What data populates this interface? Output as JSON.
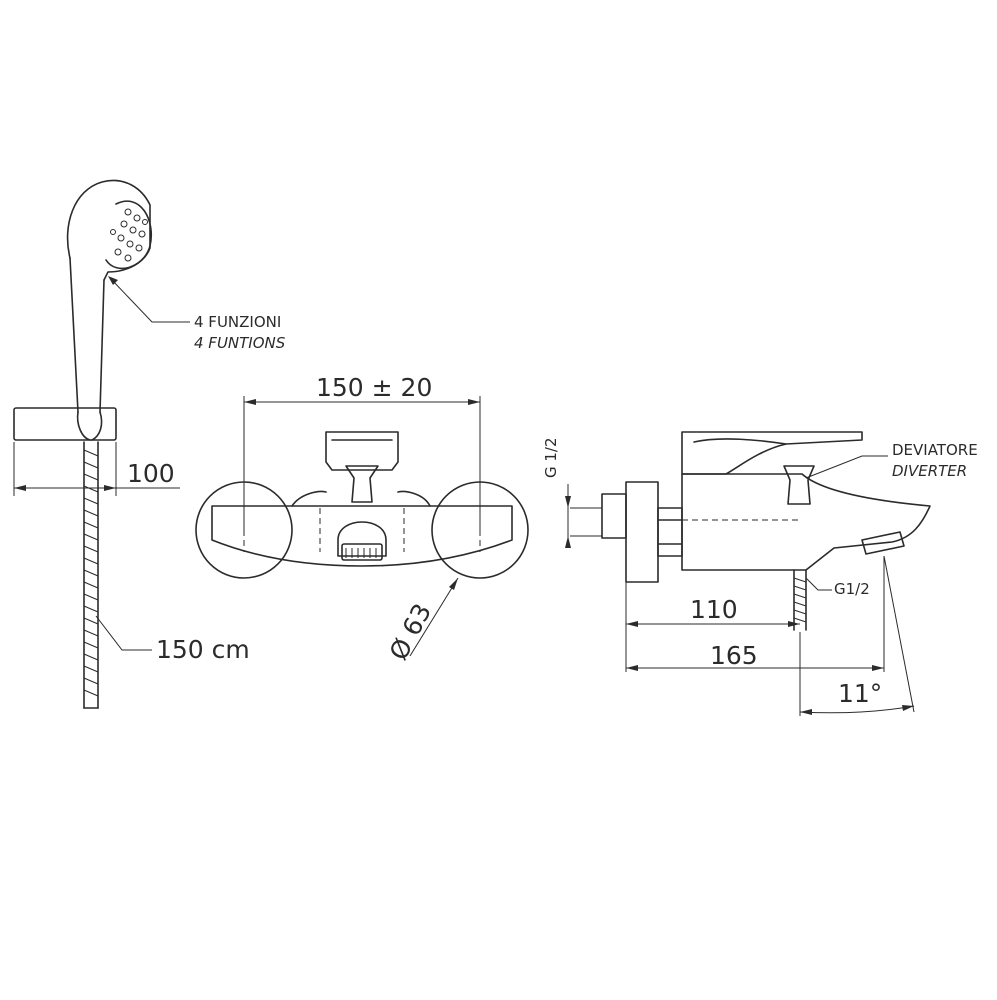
{
  "labels": {
    "functions_it": "4 FUNZIONI",
    "functions_en": "4 FUNTIONS",
    "holder_depth": "100",
    "hose_length": "150 cm",
    "center_distance": "150 ± 20",
    "flange_diameter": "Ø 63",
    "inlet_thread": "G 1/2",
    "diverter_it": "DEVIATORE",
    "diverter_en": "DIVERTER",
    "outlet_thread": "G1/2",
    "spout_reach_inner": "110",
    "spout_reach_outer": "165",
    "spout_angle": "11°"
  }
}
